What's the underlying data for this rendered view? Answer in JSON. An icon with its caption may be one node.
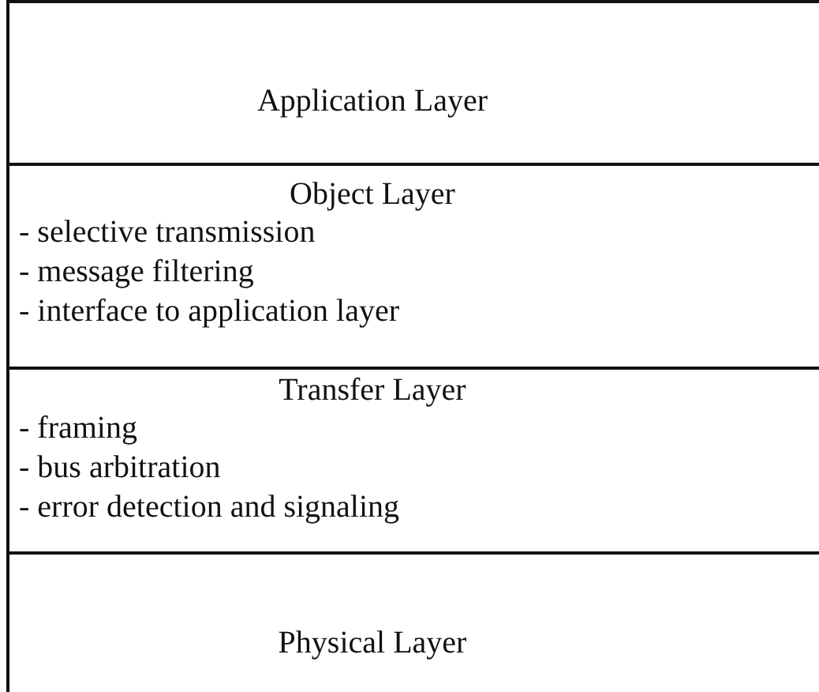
{
  "diagram": {
    "nodes": [
      {
        "text": [
          "Application Layer"
        ]
      },
      {
        "text": [
          "Object Layer",
          "- selective transmission",
          "- message filtering",
          "- interface to application layer"
        ]
      },
      {
        "text": [
          "Transfer Layer",
          "- framing",
          "- bus arbitration",
          "- error detection and signaling"
        ]
      },
      {
        "text": [
          "Physical Layer"
        ]
      }
    ]
  }
}
